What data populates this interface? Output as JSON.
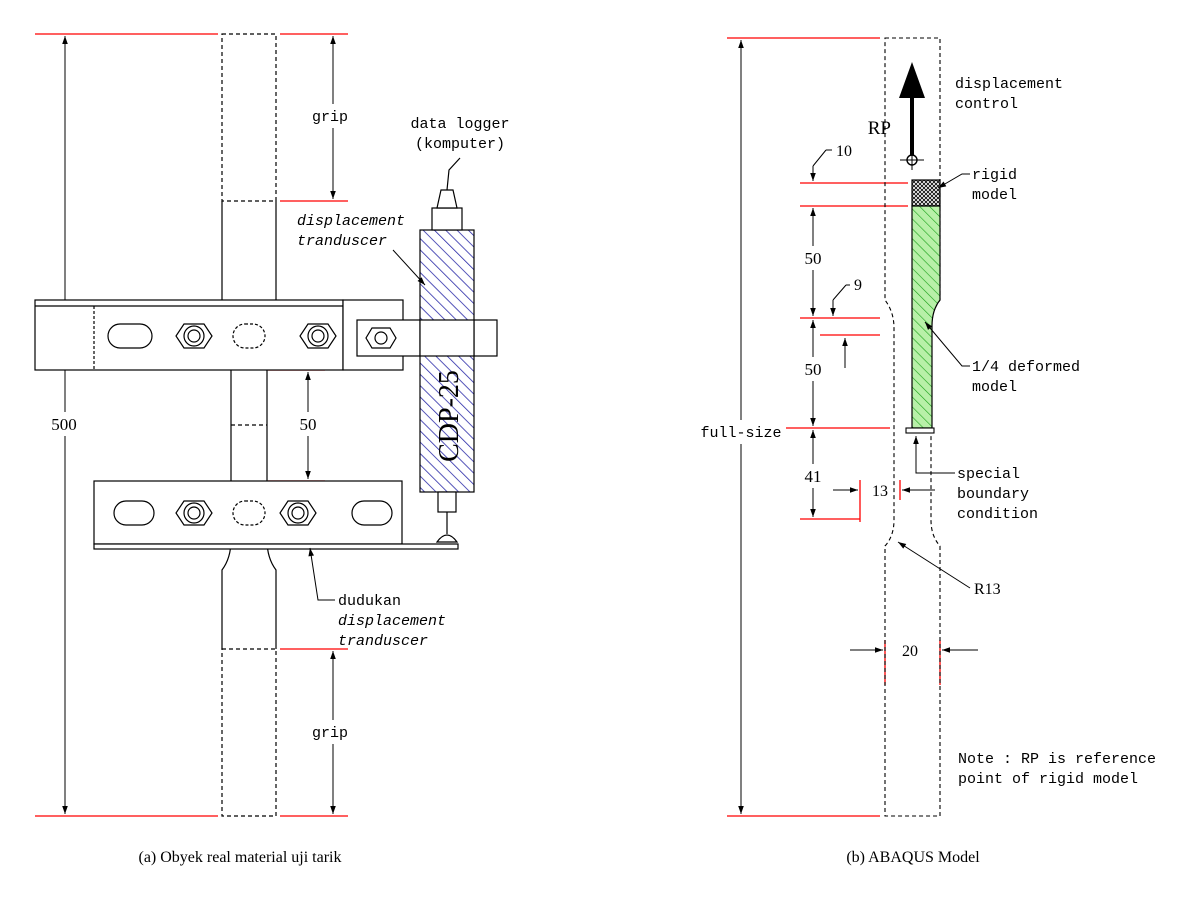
{
  "left_panel": {
    "caption": "(a) Obyek real material uji tarik",
    "dim_total": "500",
    "dim_gauge": "50",
    "grip_top": "grip",
    "grip_bottom": "grip",
    "data_logger_line1": "data logger",
    "data_logger_line2": "(komputer)",
    "transducer_line1": "displacement",
    "transducer_line2": "tranduscer",
    "device_label": "CDP-25",
    "holder_line1": "dudukan",
    "holder_line2": "displacement",
    "holder_line3": "tranduscer"
  },
  "right_panel": {
    "caption": "(b) ABAQUS Model",
    "dim_full": "full-size",
    "dim_10": "10",
    "dim_50_top": "50",
    "dim_9": "9",
    "dim_50_mid": "50",
    "dim_41": "41",
    "dim_13": "13",
    "dim_r13": "R13",
    "dim_20": "20",
    "rp_label": "RP",
    "displacement_line1": "displacement",
    "displacement_line2": "control",
    "rigid_line1": "rigid",
    "rigid_line2": "model",
    "deformed_line1": "1/4 deformed",
    "deformed_line2": "model",
    "boundary_line1": "special",
    "boundary_line2": "boundary",
    "boundary_line3": "condition",
    "note_line1": "Note : RP is reference",
    "note_line2": "point of rigid model"
  },
  "colors": {
    "extension_lines": "#ff0000",
    "transducer_hatch": "#2a2aa8",
    "deformed_hatch": "#18a018",
    "deformed_fill": "#b8f0a8"
  }
}
